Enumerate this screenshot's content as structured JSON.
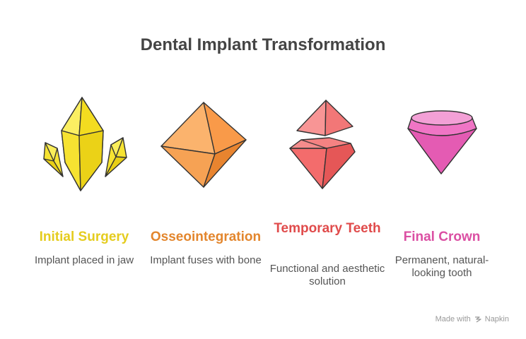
{
  "title": "Dental Implant Transformation",
  "stages": [
    {
      "title": "Initial Surgery",
      "description": "Implant placed in jaw",
      "color": "#E5CC1E",
      "icon": "yellow-crystal-cluster-icon"
    },
    {
      "title": "Osseointegration",
      "description": "Implant fuses with bone",
      "color": "#E3862D",
      "icon": "orange-octahedron-icon"
    },
    {
      "title": "Temporary Teeth",
      "description": "Functional and aesthetic solution",
      "color": "#E04B4B",
      "icon": "red-split-gem-icon"
    },
    {
      "title": "Final Crown",
      "description": "Permanent, natural-looking tooth",
      "color": "#DB4FA3",
      "icon": "pink-diamond-icon"
    }
  ],
  "footer": {
    "made_with": "Made with",
    "brand": "Napkin"
  }
}
